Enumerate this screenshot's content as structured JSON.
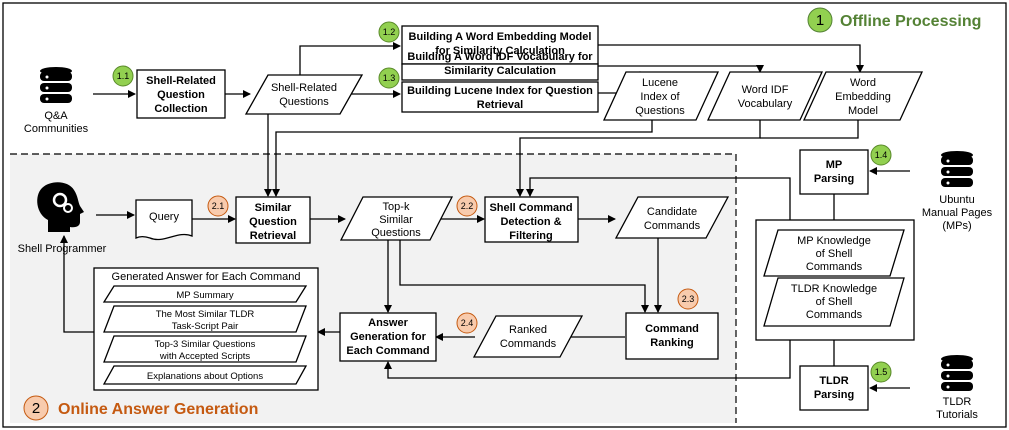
{
  "sections": {
    "offline": {
      "num": "1",
      "title": "Offline Processing",
      "color": "#548235",
      "circle": "#92d050"
    },
    "online": {
      "num": "2",
      "title": "Online Answer Generation",
      "color": "#c55a11",
      "circle": "#f8cbad"
    }
  },
  "badges": {
    "b11": "1.1",
    "b12": "1.2",
    "b13": "1.3",
    "b14": "1.4",
    "b15": "1.5",
    "b21": "2.1",
    "b22": "2.2",
    "b23": "2.3",
    "b24": "2.4"
  },
  "nodes": {
    "qa": {
      "line1": "Q&A",
      "line2": "Communities"
    },
    "shell_collect": {
      "line1": "Shell-Related",
      "line2": "Question",
      "line3": "Collection"
    },
    "shell_questions": {
      "line1": "Shell-Related",
      "line2": "Questions"
    },
    "word_embed_build": {
      "line1": "Building A Word Embedding Model",
      "line2": "for Similarity Calculation"
    },
    "word_idf_build": {
      "line1": "Building A Word IDF Vocabulary for",
      "line2": "Similarity Calculation"
    },
    "lucene_build": {
      "line1": "Building Lucene Index for Question",
      "line2": "Retrieval"
    },
    "lucene_index": {
      "line1": "Lucene",
      "line2": "Index of",
      "line3": "Questions"
    },
    "word_idf_vocab": {
      "line1": "Word IDF",
      "line2": "Vocabulary"
    },
    "word_embed_model": {
      "line1": "Word",
      "line2": "Embedding",
      "line3": "Model"
    },
    "programmer": {
      "label": "Shell Programmer"
    },
    "query": {
      "label": "Query"
    },
    "similar_retrieval": {
      "line1": "Similar",
      "line2": "Question",
      "line3": "Retrieval"
    },
    "topk": {
      "line1": "Top-k",
      "line2": "Similar",
      "line3": "Questions"
    },
    "detection": {
      "line1": "Shell Command",
      "line2": "Detection &",
      "line3": "Filtering"
    },
    "candidate": {
      "line1": "Candidate",
      "line2": "Commands"
    },
    "mp_parsing": {
      "line1": "MP",
      "line2": "Parsing"
    },
    "ubuntu": {
      "line1": "Ubuntu",
      "line2": "Manual Pages",
      "line3": "(MPs)"
    },
    "mp_knowledge": {
      "line1": "MP Knowledge",
      "line2": "of Shell",
      "line3": "Commands"
    },
    "tldr_knowledge": {
      "line1": "TLDR Knowledge",
      "line2": "of Shell",
      "line3": "Commands"
    },
    "tldr_parsing": {
      "line1": "TLDR",
      "line2": "Parsing"
    },
    "tldr_tutorials": {
      "line1": "TLDR",
      "line2": "Tutorials"
    },
    "answer_gen": {
      "line1": "Answer",
      "line2": "Generation for",
      "line3": "Each Command"
    },
    "ranked": {
      "line1": "Ranked",
      "line2": "Commands"
    },
    "ranking": {
      "line1": "Command",
      "line2": "Ranking"
    },
    "generated": {
      "title": "Generated Answer for Each Command",
      "items": [
        {
          "line1": "MP Summary",
          "line2": ""
        },
        {
          "line1": "The Most Similar TLDR",
          "line2": "Task-Script Pair"
        },
        {
          "line1": "Top-3 Similar Questions",
          "line2": "with Accepted Scripts"
        },
        {
          "line1": "Explanations about Options",
          "line2": ""
        }
      ]
    }
  }
}
